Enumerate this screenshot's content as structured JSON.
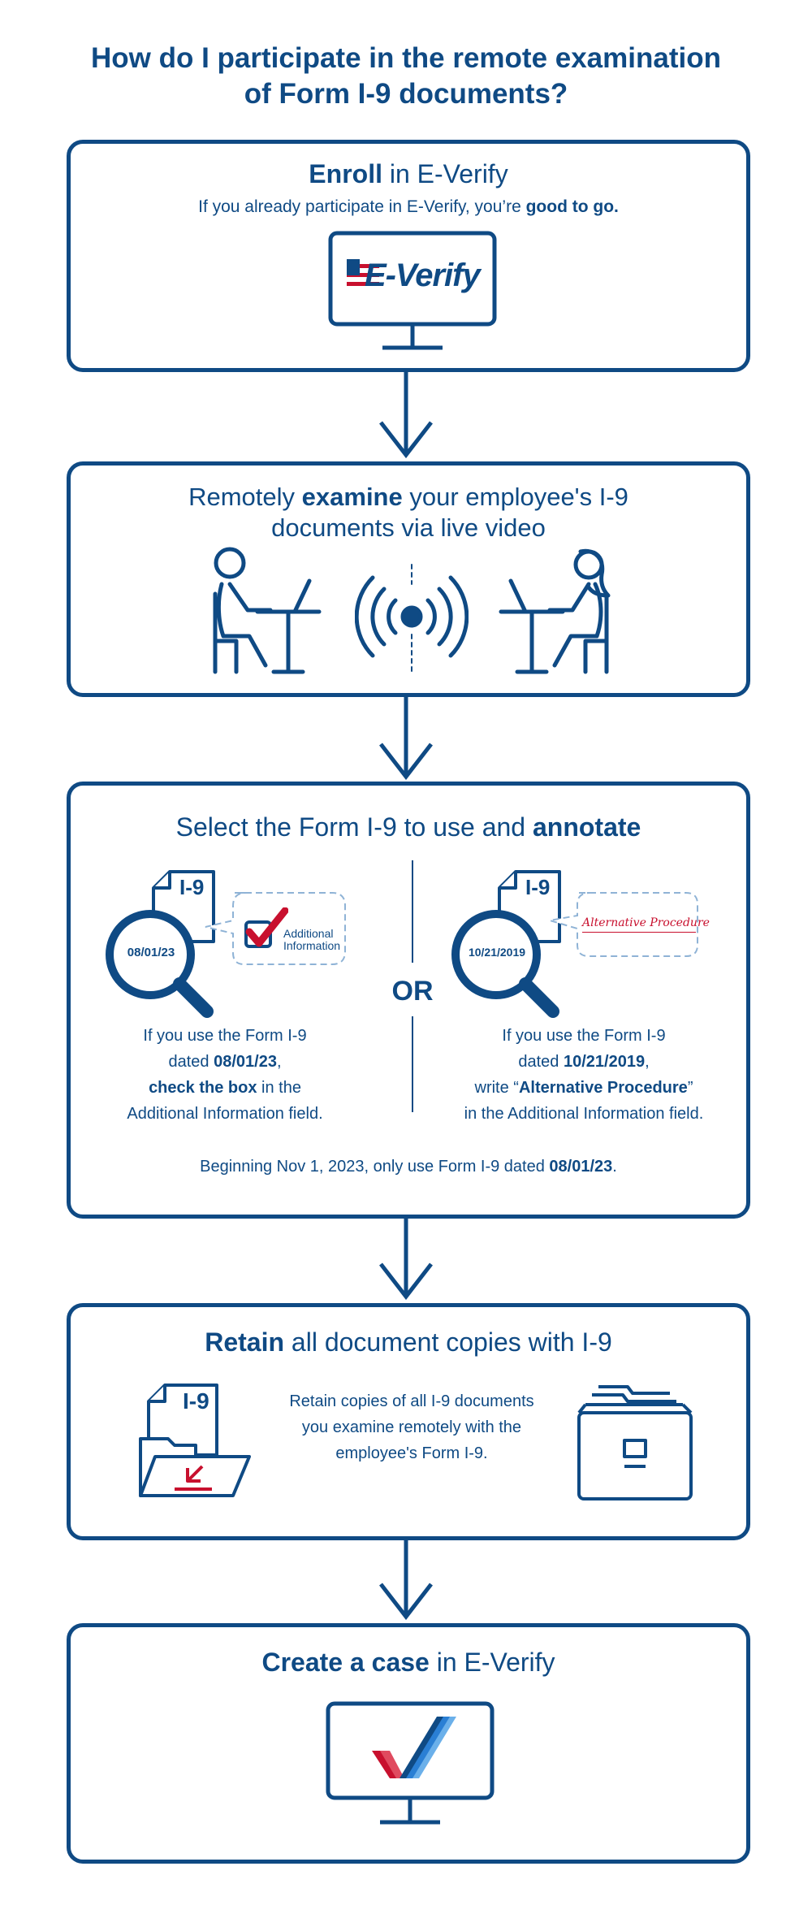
{
  "title": {
    "line1": "How do I participate in the remote examination",
    "line2": "of Form I-9 documents?"
  },
  "step1": {
    "heading_bold": "Enroll",
    "heading_rest": " in E-Verify",
    "sub_normal": "If you already participate in E-Verify, you’re ",
    "sub_bold": "good to go.",
    "logo_text": "E-Verify"
  },
  "step2": {
    "line1_pre": "Remotely ",
    "line1_bold": "examine",
    "line1_post": " your employee's I-9",
    "line2": "documents via live video"
  },
  "step3": {
    "heading_normal": "Select the Form I-9 to use and ",
    "heading_bold": "annotate",
    "left": {
      "doc_label": "I-9",
      "date_badge": "08/01/23",
      "bubble_line1": "Additional",
      "bubble_line2": "Information",
      "t1": "If you use the Form I-9",
      "t2_pre": "dated ",
      "t2_bold": "08/01/23",
      "t2_post": ",",
      "t3_bold": "check the box",
      "t3_post": " in the",
      "t4": "Additional Information field."
    },
    "or": "OR",
    "right": {
      "doc_label": "I-9",
      "date_badge": "10/21/2019",
      "bubble_text": "Alternative Procedure",
      "t1": "If you use the Form I-9",
      "t2_pre": "dated ",
      "t2_bold": "10/21/2019",
      "t2_post": ",",
      "t3_pre": "write “",
      "t3_bold": "Alternative Procedure",
      "t3_post": "”",
      "t4": "in the Additional Information field."
    },
    "footer_pre": "Beginning Nov 1, 2023, only use Form I-9 dated ",
    "footer_bold": "08/01/23",
    "footer_post": "."
  },
  "step4": {
    "heading_bold": "Retain",
    "heading_rest": " all document copies with I-9",
    "doc_label": "I-9",
    "t1": "Retain copies of all I-9 documents",
    "t2": "you examine remotely with the",
    "t3": "employee's Form I-9."
  },
  "step5": {
    "heading_bold": "Create a case",
    "heading_rest": " in E-Verify"
  },
  "colors": {
    "navy": "#0f4a84",
    "red": "#c8102e",
    "light_blue": "#2a7fd4"
  }
}
